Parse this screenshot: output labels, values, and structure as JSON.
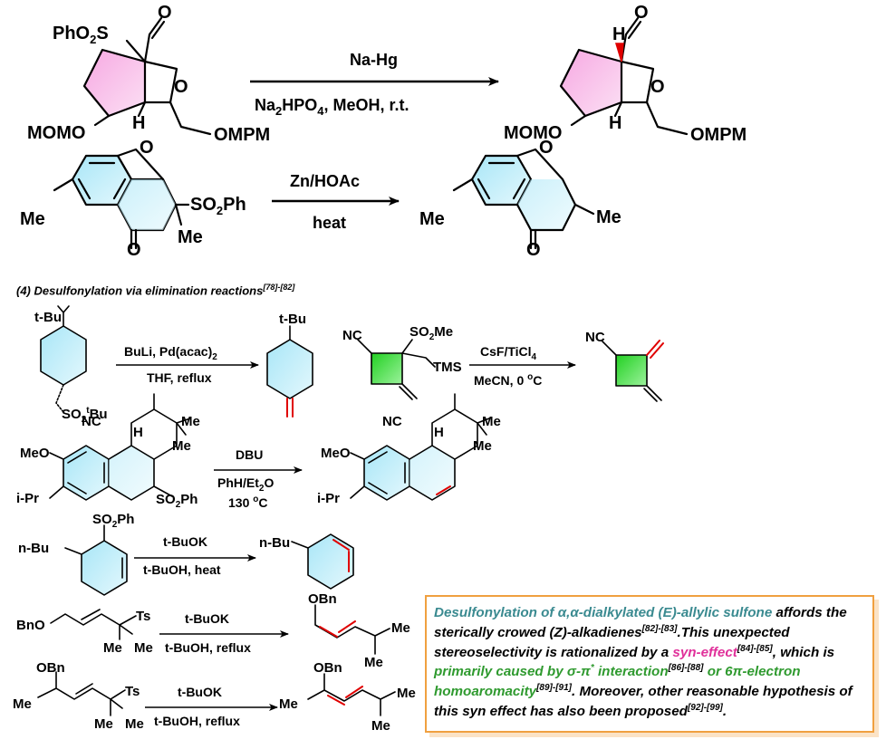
{
  "heading": {
    "text": "(4) Desulfonylation via elimination reactions",
    "ref": "[78]-[82]"
  },
  "reactions": [
    {
      "id": "r1",
      "reactant_labels": [
        "PhO",
        "2",
        "S",
        "O",
        "O",
        "H",
        "MOMO",
        "OMPM"
      ],
      "reagent_top": "Na-Hg",
      "reagent_bottom": "Na",
      "reagent_bottom_parts": [
        "2",
        "HPO",
        "4",
        ", MeOH, r.t."
      ],
      "product_labels": [
        "H",
        "O",
        "O",
        "H",
        "MOMO",
        "OMPM"
      ]
    },
    {
      "id": "r2",
      "reactant_labels": [
        "O",
        "Me",
        "SO",
        "2",
        "Ph",
        "O",
        "Me"
      ],
      "reagent_top": "Zn/HOAc",
      "reagent_bottom": "heat",
      "product_labels": [
        "O",
        "Me",
        "O",
        "Me"
      ]
    },
    {
      "id": "r3",
      "reactant_labels": [
        "t-Bu",
        "SO",
        "2",
        "t",
        "Bu"
      ],
      "reagent_top": "BuLi, Pd(acac)",
      "reagent_top_sub": "2",
      "reagent_bottom": "THF, reflux",
      "product_labels": [
        "t-Bu"
      ]
    },
    {
      "id": "r4",
      "reactant_labels": [
        "NC",
        "SO",
        "2",
        "Me",
        "TMS"
      ],
      "reagent_top": "CsF/TiCl",
      "reagent_top_sub": "4",
      "reagent_bottom": "MeCN, 0 ",
      "reagent_bottom_sup": "o",
      "reagent_bottom_end": "C",
      "product_labels": [
        "NC"
      ]
    },
    {
      "id": "r5",
      "reactant_labels": [
        "MeO",
        "NC",
        "H",
        "Me",
        "Me",
        "i-Pr",
        "SO",
        "2",
        "Ph"
      ],
      "reagent_top": "DBU",
      "reagent_mid": "PhH/Et",
      "reagent_mid_sub": "2",
      "reagent_mid_end": "O",
      "reagent_bottom": "130 ",
      "reagent_bottom_sup": "o",
      "reagent_bottom_end": "C",
      "product_labels": [
        "MeO",
        "NC",
        "H",
        "Me",
        "Me",
        "i-Pr"
      ]
    },
    {
      "id": "r6",
      "reactant_labels": [
        "SO",
        "2",
        "Ph",
        "n-Bu"
      ],
      "reagent_top": "t-BuOK",
      "reagent_bottom": "t-BuOH, heat",
      "product_labels": [
        "n-Bu"
      ]
    },
    {
      "id": "r7",
      "reactant_labels": [
        "BnO",
        "Ts",
        "Me",
        "Me"
      ],
      "reagent_top": "t-BuOK",
      "reagent_bottom": "t-BuOH, reflux",
      "product_labels": [
        "OBn",
        "Me",
        "Me"
      ]
    },
    {
      "id": "r8",
      "reactant_labels": [
        "OBn",
        "Me",
        "Ts",
        "Me",
        "Me"
      ],
      "reagent_top": "t-BuOK",
      "reagent_bottom": "t-BuOH, reflux",
      "product_labels": [
        "OBn",
        "Me",
        "Me",
        "Me"
      ]
    }
  ],
  "note": {
    "p1_teal": "Desulfonylation of α,α-dialkylated (E)-allylic sulfone",
    "p2": " affords the sterically crowed (Z)-alkadienes",
    "ref1": "[82]-[83]",
    "p3": ".This unexpected stereoselectivity is rationalized by a ",
    "p4_pink": "syn-effect",
    "ref2": "[84]-[85]",
    "p5": ", which is ",
    "p6_green": "primarily caused by σ-π",
    "p6_star": "*",
    "p6b_green": " interaction",
    "ref3": "[86]-[88]",
    "p7_green": " or 6π-electron homoaromacity",
    "ref4": "[89]-[91]",
    "p8": ". Moreover, other reasonable hypothesis of this syn effect has also been proposed",
    "ref5": "[92]-[99]",
    "p9": "."
  },
  "colors": {
    "cyclopentane_fill": "#f7b8e8",
    "aromatic_fill": "#bdeefa",
    "cyclobutane_fill": "#3ee03e",
    "new_bond": "#e00000",
    "box_border": "#f0a040",
    "box_shadow": "#fbe3c6",
    "teal_text": "#3a8a90",
    "pink_text": "#e0309a",
    "green_text": "#2f9a2f"
  }
}
